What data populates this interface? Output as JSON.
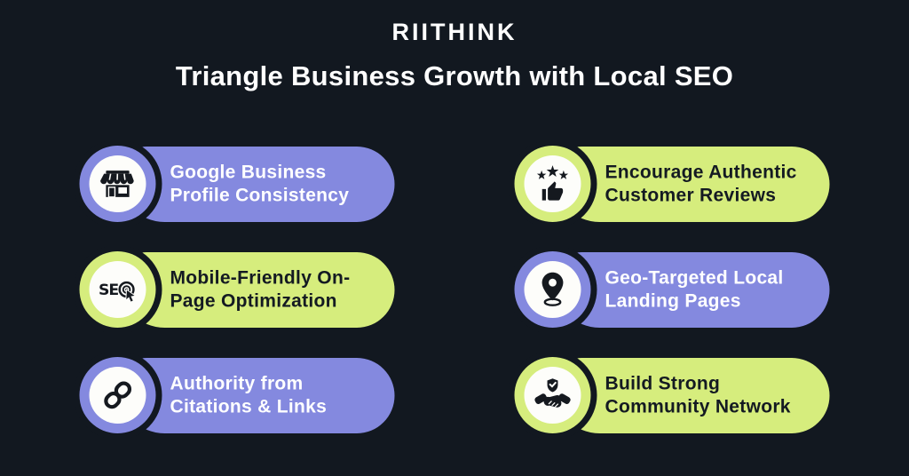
{
  "header": {
    "logo": "RIITHINK",
    "title": "Triangle Business Growth with Local SEO"
  },
  "colors": {
    "background": "#121820",
    "purple": "#8489DF",
    "green": "#D6ED7D",
    "icon_ink": "#15191F",
    "badge_inner": "#FDFDFA",
    "text_on_purple": "#FFFFFF",
    "text_on_green": "#141A22"
  },
  "icons": {
    "seo_text": "SE"
  },
  "cards": [
    {
      "icon": "storefront-icon",
      "theme": "purple",
      "line1": "Google Business",
      "line2": "Profile Consistency"
    },
    {
      "icon": "seo-target-icon",
      "theme": "green",
      "line1": "Mobile-Friendly On-",
      "line2": "Page Optimization"
    },
    {
      "icon": "chain-link-icon",
      "theme": "purple",
      "line1": "Authority from",
      "line2": "Citations & Links"
    },
    {
      "icon": "thumbs-up-stars-icon",
      "theme": "green",
      "line1": "Encourage Authentic",
      "line2": "Customer Reviews"
    },
    {
      "icon": "location-pin-icon",
      "theme": "purple",
      "line1": "Geo-Targeted Local",
      "line2": "Landing Pages"
    },
    {
      "icon": "handshake-shield-icon",
      "theme": "green",
      "line1": "Build Strong",
      "line2": "Community  Network"
    }
  ]
}
